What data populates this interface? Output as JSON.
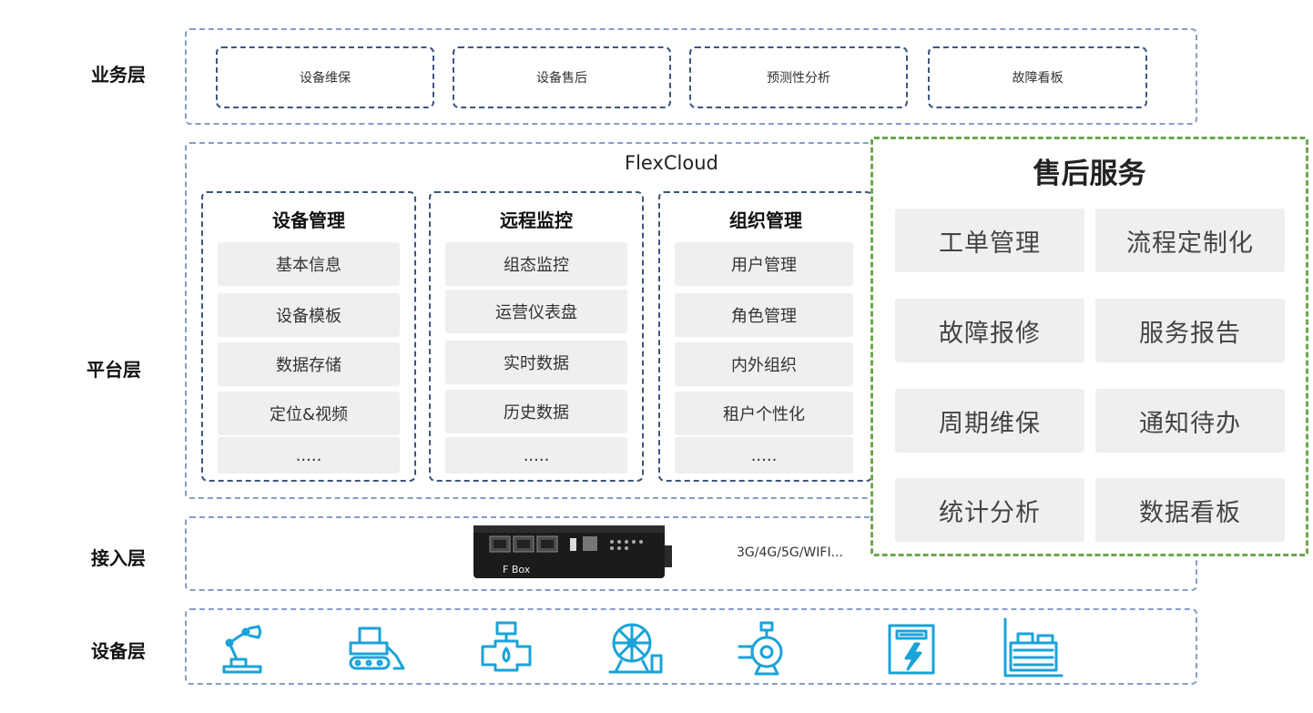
{
  "layers": {
    "business": "业务层",
    "platform": "平台层",
    "access": "接入层",
    "device": "设备层"
  },
  "business_items": [
    "设备维保",
    "设备售后",
    "预测性分析",
    "故障看板"
  ],
  "platform": {
    "title": "FlexCloud",
    "columns": [
      {
        "title": "设备管理",
        "items": [
          "基本信息",
          "设备模板",
          "数据存储",
          "定位&视频",
          "....."
        ]
      },
      {
        "title": "远程监控",
        "items": [
          "组态监控",
          "运营仪表盘",
          "实时数据",
          "历史数据",
          "....."
        ]
      },
      {
        "title": "组织管理",
        "items": [
          "用户管理",
          "角色管理",
          "内外组织",
          "租户个性化",
          "....."
        ]
      }
    ]
  },
  "service": {
    "title": "售后服务",
    "items": [
      "工单管理",
      "流程定制化",
      "故障报修",
      "服务报告",
      "周期维保",
      "通知待办",
      "统计分析",
      "数据看板"
    ]
  },
  "access": {
    "device_label": "F Box",
    "network": "3G/4G/5G/WIFI..."
  },
  "devices": [
    "robot-arm-icon",
    "bulldozer-icon",
    "valve-icon",
    "wind-turbine-icon",
    "pump-icon",
    "electric-cabinet-icon",
    "industrial-machine-icon"
  ],
  "colors": {
    "icon": "#1aa3d9",
    "green": "#6aa84f",
    "frame": "#8a9cc4",
    "card": "#3d567e"
  }
}
